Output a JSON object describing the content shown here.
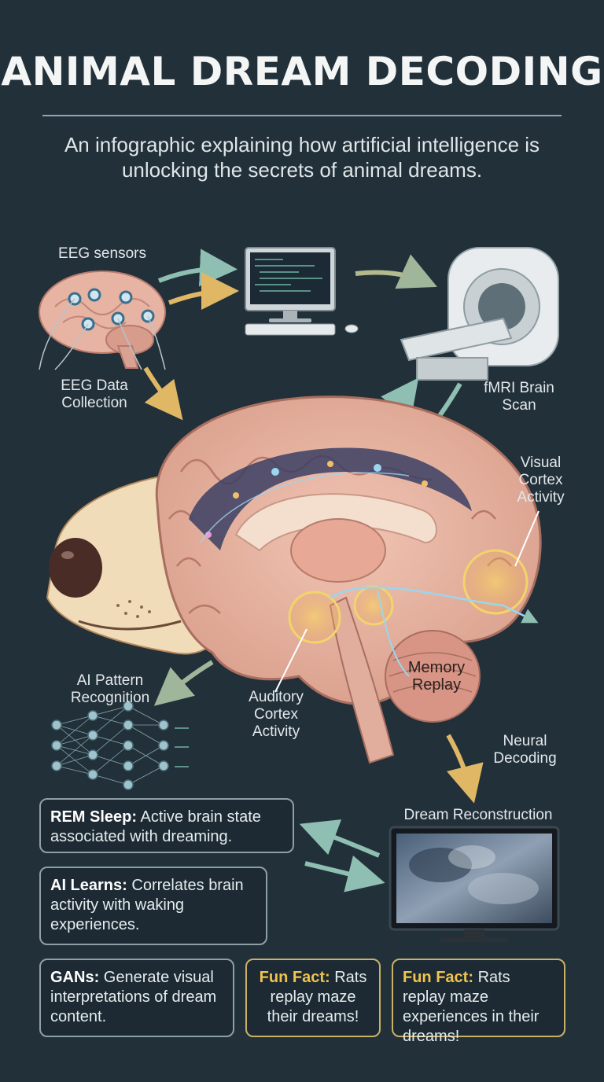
{
  "header": {
    "title": "ANIMAL DREAM DECODING",
    "subtitle": "An infographic explaining how artificial intelligence is unlocking the secrets of animal dreams."
  },
  "labels": {
    "eeg_sensors": "EEG sensors",
    "eeg_data": "EEG Data Collection",
    "fmri": "fMRI Brain Scan",
    "visual_cortex": "Visual Cortex Activity",
    "memory_replay": "Memory Replay",
    "auditory_cortex": "Auditory Cortex Activity",
    "ai_pattern": "AI Pattern Recognition",
    "neural_decoding": "Neural Decoding",
    "dream_reconstruction": "Dream Reconstruction"
  },
  "facts": {
    "rem": {
      "key": "REM Sleep:",
      "text": "Active brain state associated with dreaming."
    },
    "ai_learns": {
      "key": "AI Learns:",
      "text": "Correlates brain activity with waking experiences."
    },
    "gans": {
      "key": "GANs:",
      "text": "Generate visual interpretations of dream content."
    },
    "fun1": {
      "key": "Fun Fact:",
      "text": "Rats replay maze their dreams!"
    },
    "fun2": {
      "key": "Fun Fact:",
      "text": "Rats replay maze experiences in their dreams!"
    }
  },
  "colors": {
    "background": "#22303a",
    "brain": "#e9b4a2",
    "arrow_teal": "#8ebfb2",
    "arrow_gold": "#e0b865",
    "highlight": "#f2d46a"
  }
}
